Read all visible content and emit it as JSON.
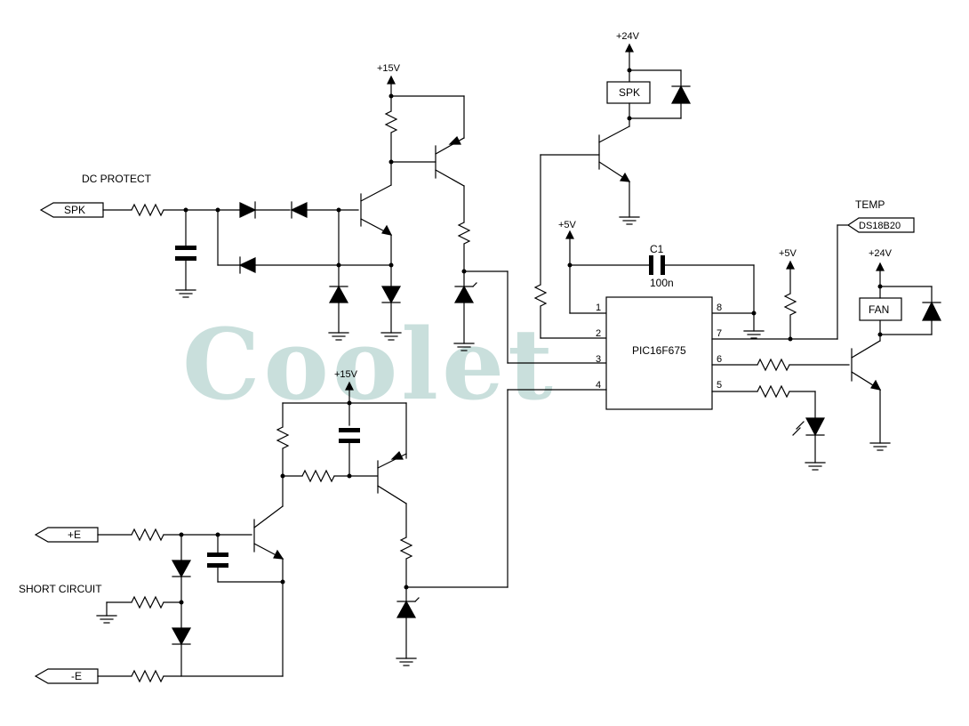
{
  "watermark": "Coolet",
  "ic": {
    "name": "PIC16F675",
    "pins": [
      "1",
      "2",
      "3",
      "4",
      "8",
      "7",
      "6",
      "5"
    ]
  },
  "labels": {
    "dc_protect": "DC PROTECT",
    "short_circuit": "SHORT CIRCUIT",
    "temp": "TEMP",
    "c1": "C1",
    "c1_value": "100n"
  },
  "connectors": {
    "spk": "SPK",
    "pos_e": "+E",
    "neg_e": "-E",
    "ds18b20": "DS18B20"
  },
  "boxes": {
    "spk_relay": "SPK",
    "fan": "FAN"
  },
  "supplies": {
    "v15_top": "+15V",
    "v15_mid": "+15V",
    "v24_top": "+24V",
    "v24_right": "+24V",
    "v5_left": "+5V",
    "v5_right": "+5V"
  }
}
